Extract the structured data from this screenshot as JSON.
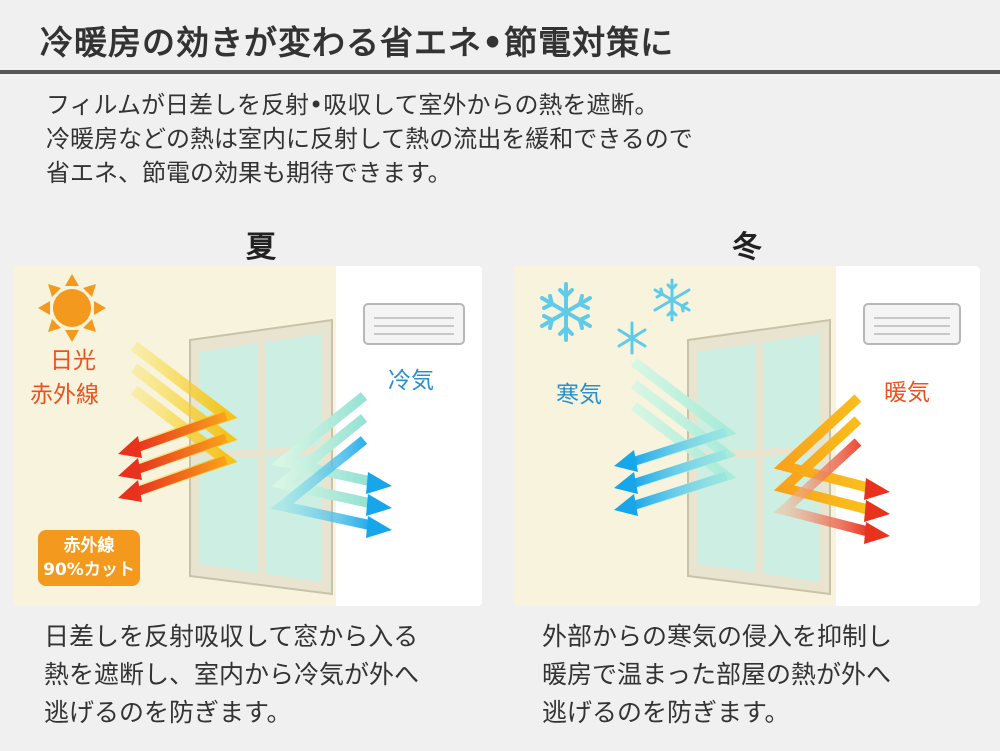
{
  "title": "冷暖房の効きが変わる省エネ•節電対策に",
  "intro": [
    "フィルムが日差しを反射•吸収して室外からの熱を遮断。",
    "冷暖房などの熱は室内に反射して熱の流出を緩和できるので",
    "省エネ、節電の効果も期待できます。"
  ],
  "summer": {
    "heading": "夏",
    "sun_label": [
      "日光",
      "赤外線"
    ],
    "cool_label": "冷気",
    "badge": [
      "赤外線",
      "90%カット"
    ],
    "caption": [
      "日差しを反射吸収して窓から入る",
      "熱を遮断し、室内から冷気が外へ",
      "逃げるのを防ぎます。"
    ]
  },
  "winter": {
    "heading": "冬",
    "cold_label": "寒気",
    "warm_label": "暖気",
    "caption": [
      "外部からの寒気の侵入を抑制し",
      "暖房で温まった部屋の熱が外へ",
      "逃げるのを防ぎます。"
    ]
  },
  "colors": {
    "outdoor_bg": "#f7f3dc",
    "indoor_bg": "#ffffff",
    "hot_label": "#e8531e",
    "cool_label": "#2a8fce",
    "badge": "#f39a1e",
    "glass": "#cdeee2"
  },
  "icons": {
    "sun": "sun-icon",
    "ac": "air-conditioner-icon",
    "snow": "snowflake-icon",
    "window": "window-icon"
  }
}
